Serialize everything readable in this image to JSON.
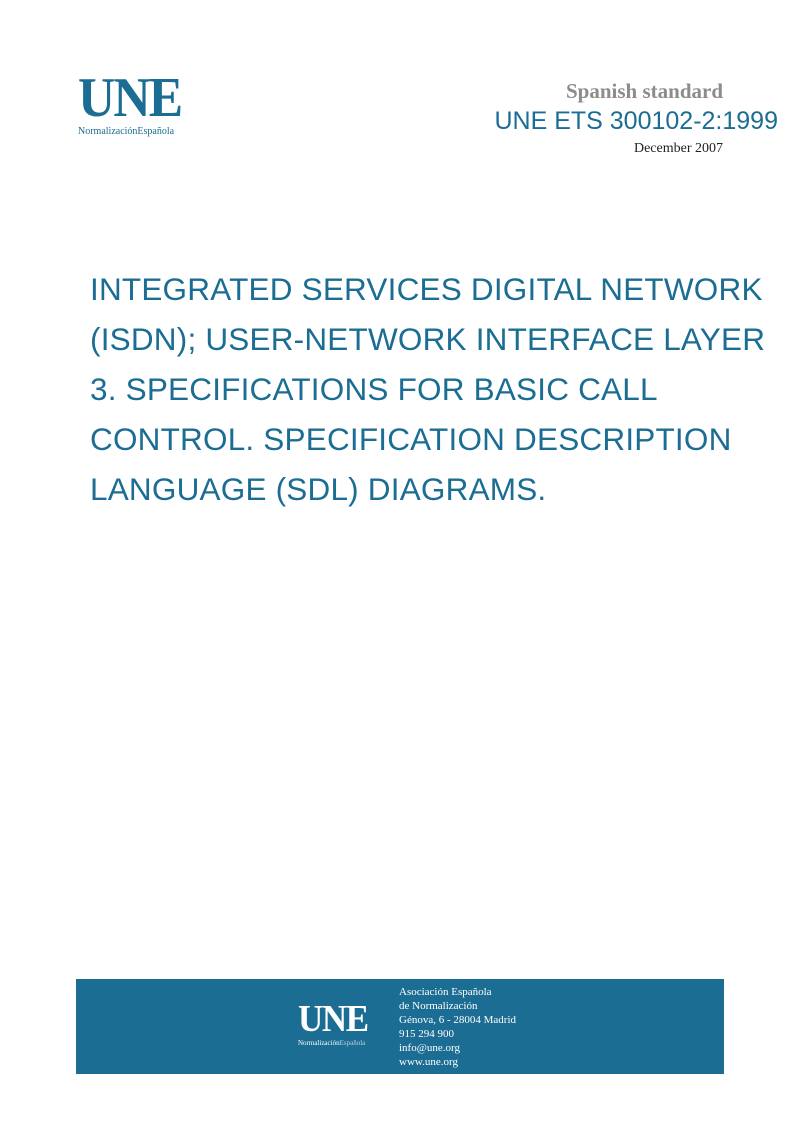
{
  "brand": {
    "logo_mark": "UNE",
    "logo_sub_a": "Normalización",
    "logo_sub_b": "Española"
  },
  "header": {
    "doc_type": "Spanish standard",
    "doc_code": "UNE ETS 300102-2:1999",
    "doc_date": "December 2007"
  },
  "title_lines": [
    "INTEGRATED SERVICES DIGITAL NETWORK",
    "(ISDN); USER-NETWORK INTERFACE LAYER",
    "3. SPECIFICATIONS FOR BASIC CALL",
    "CONTROL. SPECIFICATION DESCRIPTION",
    "LANGUAGE (SDL) DIAGRAMS."
  ],
  "footer": {
    "org_line1": "Asociación Española",
    "org_line2": "de Normalización",
    "address": "Génova, 6 - 28004 Madrid",
    "phone": "915 294 900",
    "email": "info@une.org",
    "web": "www.une.org"
  },
  "colors": {
    "brand_blue": "#1b6d93",
    "gray_text": "#8c8c8c"
  }
}
